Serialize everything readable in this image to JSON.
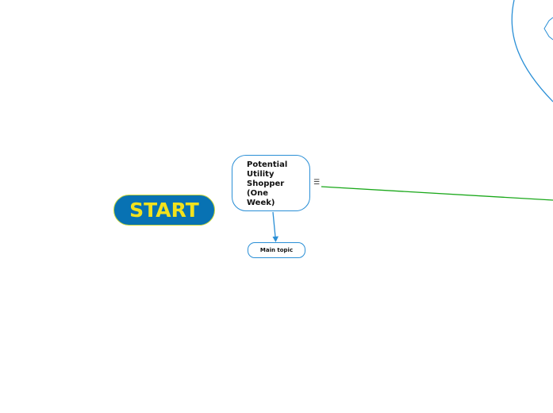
{
  "nodes": {
    "start": {
      "label": "START"
    },
    "topic": {
      "label": "Potential\nUtility\nShopper\n(One\nWeek)"
    },
    "subtopic": {
      "label": "Main topic"
    }
  },
  "icons": {
    "notes": {
      "name": "notes-icon",
      "glyph": "☰"
    }
  },
  "colors": {
    "start_fill": "#0872b3",
    "start_text": "#f2e21d",
    "start_border": "#c8d63a",
    "node_border": "#2a8fd6",
    "green_link": "#1aa81a",
    "blue_link": "#2a8fd6"
  }
}
